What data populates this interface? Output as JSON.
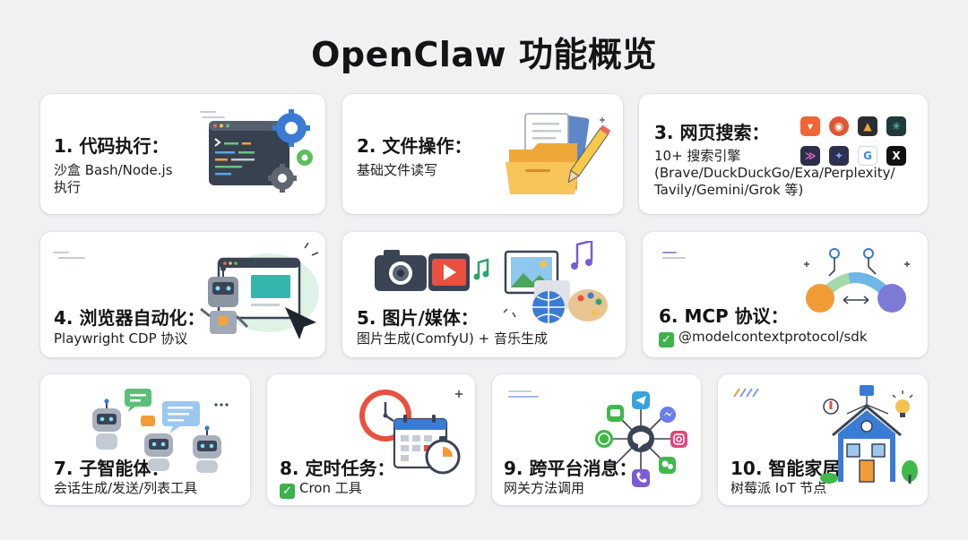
{
  "title": "OpenClaw 功能概览",
  "cards": [
    {
      "title": "1. 代码执行：",
      "desc_lines": [
        "沙盒 Bash/Node.js",
        "执行"
      ]
    },
    {
      "title": "2. 文件操作：",
      "desc": "基础文件读写"
    },
    {
      "title": "3. 网页搜索：",
      "desc_lines": [
        "10+ 搜索引擎",
        "(Brave/DuckDuckGo/Exa/Perplexity/",
        "Tavily/Gemini/Grok 等)"
      ]
    },
    {
      "title": "4. 浏览器自动化：",
      "desc": "Playwright CDP 协议"
    },
    {
      "title": "5. 图片/媒体：",
      "desc": "图片生成(ComfyU) + 音乐生成"
    },
    {
      "title": "6. MCP 协议：",
      "desc": "@modelcontextprotocol/sdk",
      "check": "✓"
    },
    {
      "title": "7. 子智能体：",
      "desc": "会话生成/发送/列表工具"
    },
    {
      "title": "8. 定时任务：",
      "desc": "Cron 工具",
      "check": "✓"
    },
    {
      "title": "9. 跨平台消息：",
      "desc": "网关方法调用"
    },
    {
      "title": "10. 智能家居：",
      "desc": "树莓派 IoT 节点"
    }
  ],
  "icons": [
    "terminal-gears-icon",
    "folder-document-pencil-icon",
    "search-engine-logos-icon",
    "browser-robot-icon",
    "camera-video-music-icon",
    "mcp-arc-nodes-icon",
    "chat-robots-icon",
    "clock-calendar-timer-icon",
    "messaging-hub-icon",
    "smart-home-icon"
  ],
  "colors": {
    "background": "#f1f1f3",
    "card": "#ffffff",
    "check": "#3db24b",
    "accent_blue": "#3a7bd5",
    "accent_orange": "#f29c38"
  }
}
